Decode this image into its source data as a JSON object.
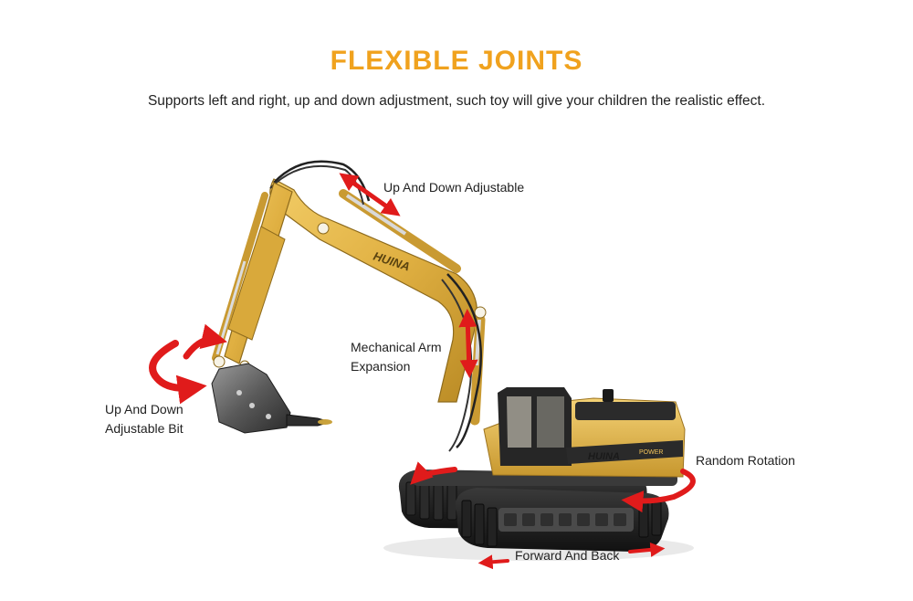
{
  "heading": {
    "title": "FLEXIBLE JOINTS",
    "subtitle": "Supports left and right, up and down adjustment, such toy will give your children the realistic effect."
  },
  "callouts": {
    "boom": "Up And Down Adjustable",
    "arm_line1": "Mechanical Arm",
    "arm_line2": "Expansion",
    "bit_line1": "Up And Down",
    "bit_line2": "Adjustable Bit",
    "rotation": "Random Rotation",
    "tracks": "Forward And Back"
  },
  "product": {
    "brand": "HUINA",
    "cab_sticker": "POWER"
  },
  "colors": {
    "title": "#f0a21e",
    "arrow": "#e01b1b",
    "body_yellow": "#e4b544",
    "track_dark": "#1f1f1f"
  }
}
